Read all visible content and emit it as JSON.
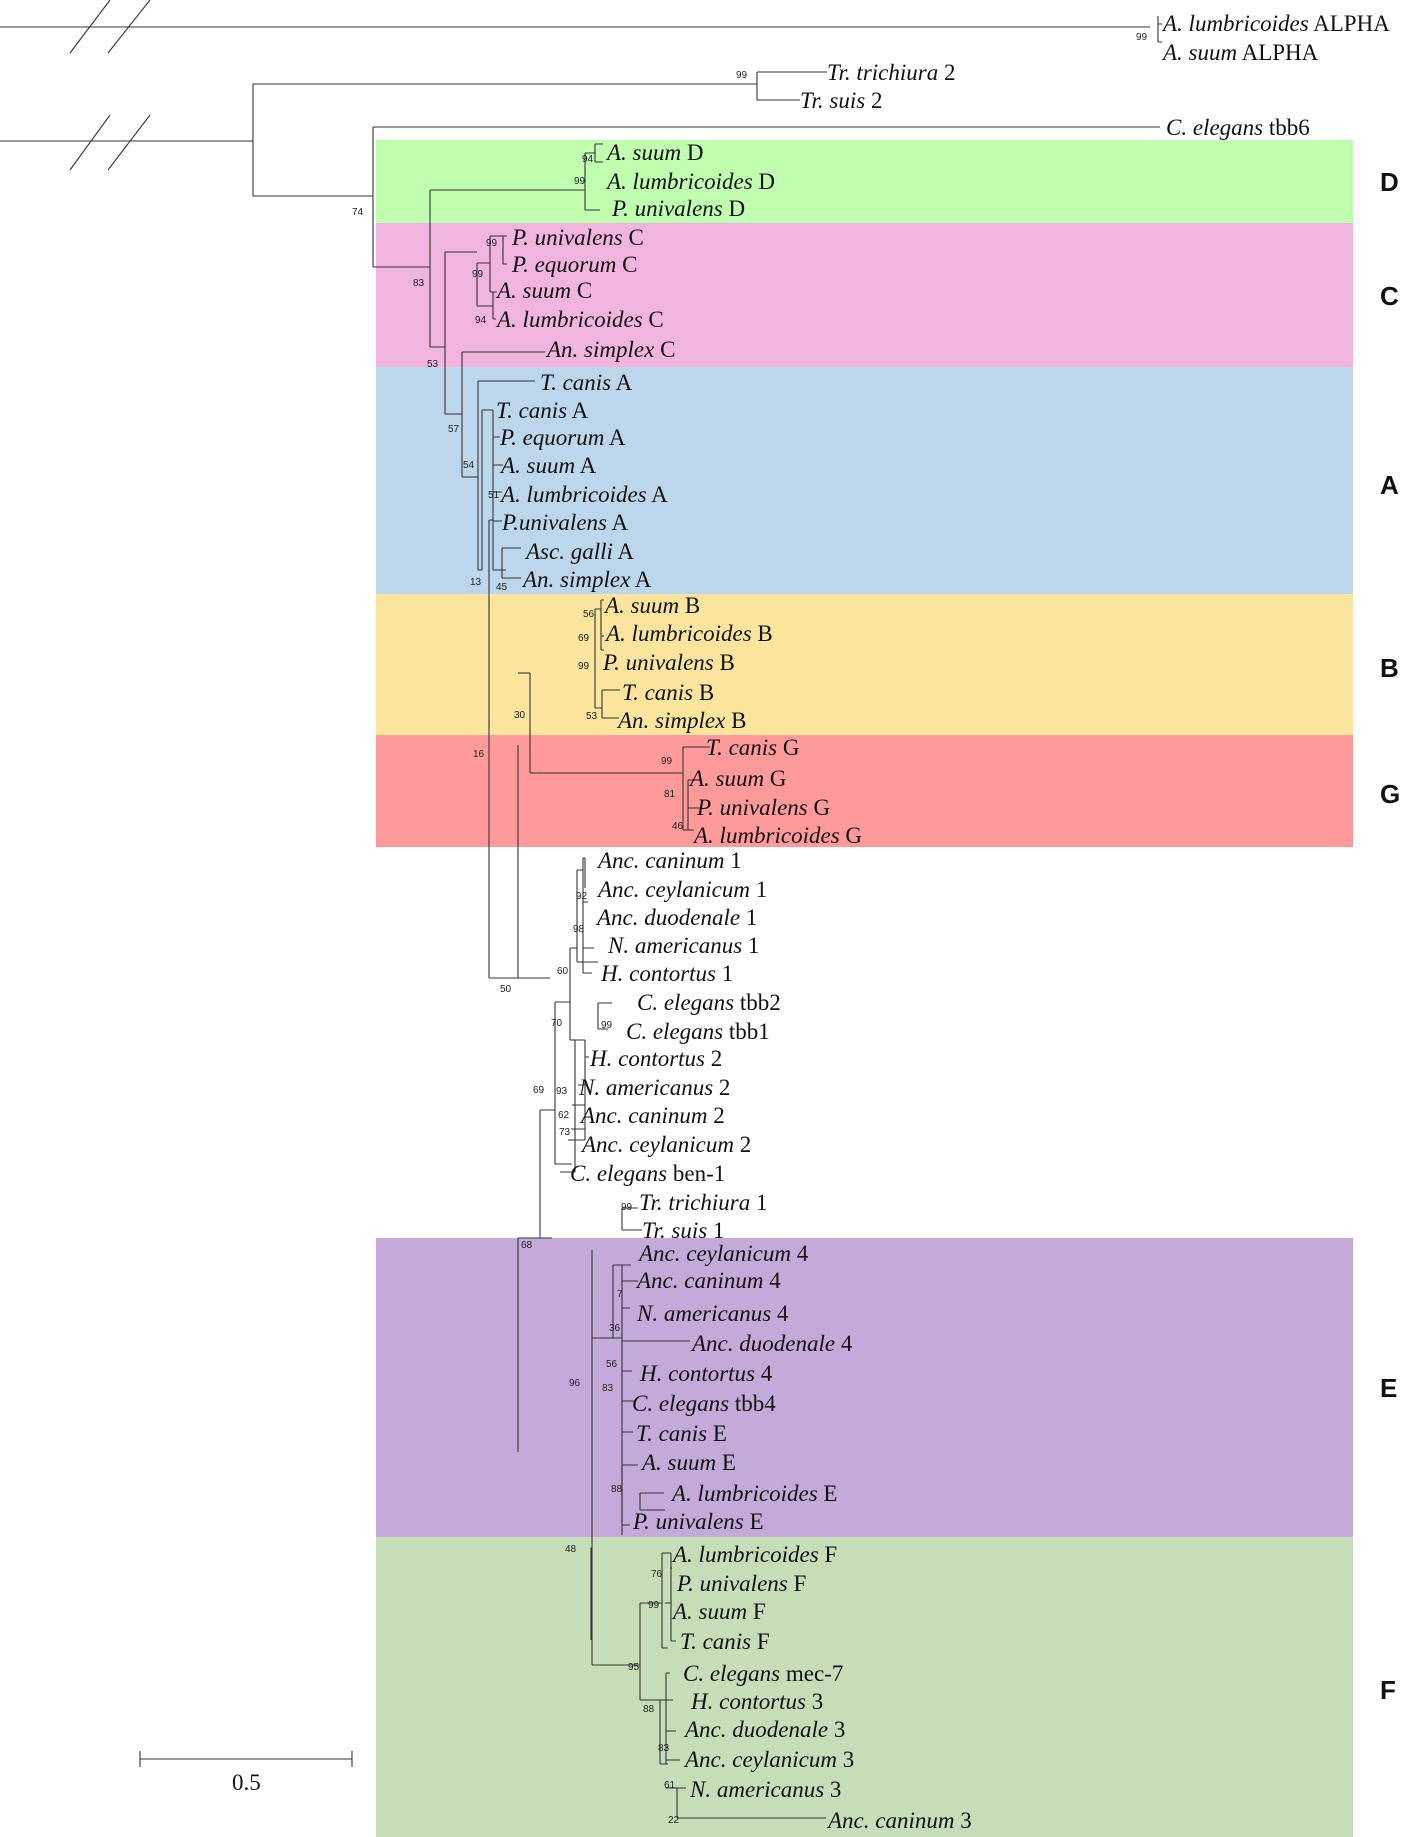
{
  "clades": [
    {
      "letter": "D",
      "color": "#c0ffb0"
    },
    {
      "letter": "C",
      "color": "#f0b4de"
    },
    {
      "letter": "A",
      "color": "#bcd6ec"
    },
    {
      "letter": "B",
      "color": "#fbe49c"
    },
    {
      "letter": "G",
      "color": "#ff9a9a"
    },
    {
      "letter": "E",
      "color": "#c3aad8"
    },
    {
      "letter": "F",
      "color": "#c6deb8"
    }
  ],
  "taxa": [
    {
      "species": "A. lumbricoides",
      "suffix": "ALPHA"
    },
    {
      "species": "A. suum",
      "suffix": "ALPHA"
    },
    {
      "species": "Tr. trichiura",
      "suffix": "2"
    },
    {
      "species": "Tr. suis",
      "suffix": "2"
    },
    {
      "species": "C. elegans",
      "suffix": "tbb6"
    },
    {
      "species": "A. suum",
      "suffix": "D"
    },
    {
      "species": "A. lumbricoides",
      "suffix": "D"
    },
    {
      "species": "P. univalens",
      "suffix": "D"
    },
    {
      "species": "P. univalens",
      "suffix": "C"
    },
    {
      "species": "P. equorum",
      "suffix": "C"
    },
    {
      "species": "A. suum",
      "suffix": "C"
    },
    {
      "species": "A. lumbricoides",
      "suffix": "C"
    },
    {
      "species": "An. simplex",
      "suffix": "C"
    },
    {
      "species": "T. canis",
      "suffix": "A"
    },
    {
      "species": "T. canis",
      "suffix": "A"
    },
    {
      "species": "P. equorum",
      "suffix": "A"
    },
    {
      "species": "A. suum",
      "suffix": "A"
    },
    {
      "species": "A. lumbricoides",
      "suffix": "A"
    },
    {
      "species": "P.univalens",
      "suffix": "A"
    },
    {
      "species": "Asc. galli",
      "suffix": "A"
    },
    {
      "species": "An. simplex",
      "suffix": "A"
    },
    {
      "species": "A. suum",
      "suffix": "B"
    },
    {
      "species": "A. lumbricoides",
      "suffix": "B"
    },
    {
      "species": "P. univalens",
      "suffix": "B"
    },
    {
      "species": "T. canis",
      "suffix": "B"
    },
    {
      "species": "An. simplex",
      "suffix": "B"
    },
    {
      "species": "T. canis",
      "suffix": "G"
    },
    {
      "species": "A. suum",
      "suffix": "G"
    },
    {
      "species": "P. univalens",
      "suffix": "G"
    },
    {
      "species": "A. lumbricoides",
      "suffix": "G"
    },
    {
      "species": "Anc. caninum",
      "suffix": "1"
    },
    {
      "species": "Anc. ceylanicum",
      "suffix": "1"
    },
    {
      "species": "Anc. duodenale",
      "suffix": "1"
    },
    {
      "species": "N. americanus",
      "suffix": "1"
    },
    {
      "species": "H. contortus",
      "suffix": "1"
    },
    {
      "species": "C. elegans",
      "suffix": "tbb2"
    },
    {
      "species": "C. elegans",
      "suffix": "tbb1"
    },
    {
      "species": "H. contortus",
      "suffix": "2"
    },
    {
      "species": "N. americanus",
      "suffix": "2"
    },
    {
      "species": "Anc. caninum",
      "suffix": "2"
    },
    {
      "species": "Anc. ceylanicum",
      "suffix": "2"
    },
    {
      "species": "C. elegans",
      "suffix": "ben-1"
    },
    {
      "species": "Tr. trichiura",
      "suffix": "1"
    },
    {
      "species": "Tr. suis",
      "suffix": "1"
    },
    {
      "species": "Anc. ceylanicum",
      "suffix": "4"
    },
    {
      "species": "Anc. caninum",
      "suffix": "4"
    },
    {
      "species": "N. americanus",
      "suffix": "4"
    },
    {
      "species": "Anc. duodenale",
      "suffix": "4"
    },
    {
      "species": "H. contortus",
      "suffix": "4"
    },
    {
      "species": "C. elegans",
      "suffix": "tbb4"
    },
    {
      "species": "T. canis",
      "suffix": "E"
    },
    {
      "species": "A. suum",
      "suffix": "E"
    },
    {
      "species": "A. lumbricoides",
      "suffix": "E"
    },
    {
      "species": "P. univalens",
      "suffix": "E"
    },
    {
      "species": "A. lumbricoides",
      "suffix": "F"
    },
    {
      "species": "P. univalens",
      "suffix": "F"
    },
    {
      "species": "A. suum",
      "suffix": "F"
    },
    {
      "species": "T. canis",
      "suffix": "F"
    },
    {
      "species": "C. elegans",
      "suffix": "mec-7"
    },
    {
      "species": "H. contortus",
      "suffix": "3"
    },
    {
      "species": "Anc. duodenale",
      "suffix": "3"
    },
    {
      "species": "Anc. ceylanicum",
      "suffix": "3"
    },
    {
      "species": "N. americanus",
      "suffix": "3"
    },
    {
      "species": "Anc. caninum",
      "suffix": "3"
    }
  ],
  "support_values": [
    "99",
    "99",
    "74",
    "94",
    "99",
    "83",
    "99",
    "99",
    "94",
    "53",
    "57",
    "54",
    "51",
    "13",
    "45",
    "56",
    "69",
    "99",
    "53",
    "30",
    "16",
    "99",
    "81",
    "46",
    "92",
    "98",
    "60",
    "99",
    "70",
    "50",
    "93",
    "62",
    "73",
    "69",
    "99",
    "68",
    "7",
    "36",
    "56",
    "83",
    "88",
    "96",
    "48",
    "76",
    "99",
    "95",
    "88",
    "83",
    "61",
    "22"
  ],
  "scale_bar": {
    "label": "0.5"
  }
}
